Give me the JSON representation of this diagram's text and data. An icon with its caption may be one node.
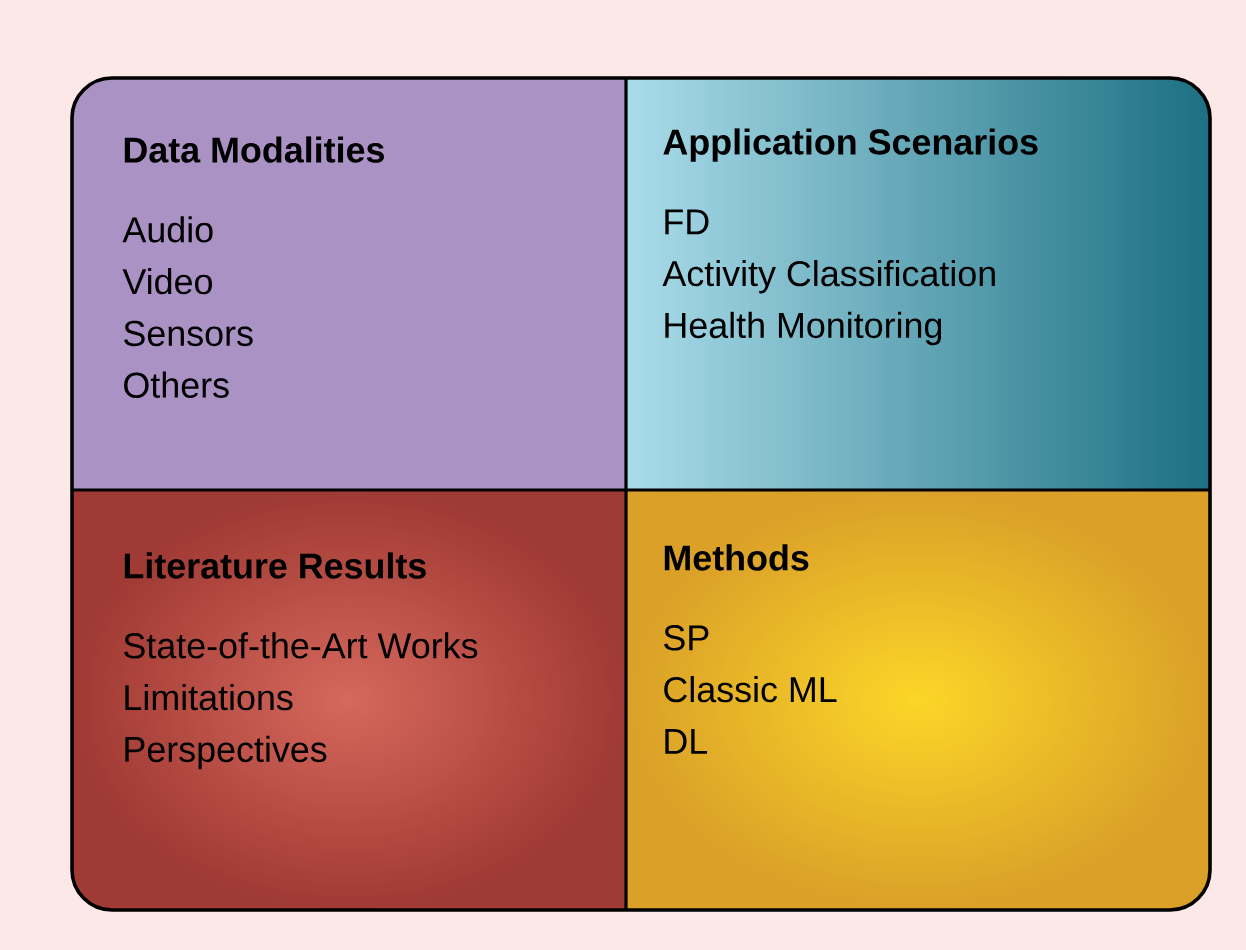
{
  "diagram": {
    "nodes": [
      {
        "text": [
          "Data Modalities",
          "Audio",
          "Video",
          "Sensors",
          "Others"
        ]
      },
      {
        "text": [
          "Application Scenarios",
          "FD",
          "Activity Classification",
          "Health Monitoring"
        ]
      },
      {
        "text": [
          "Literature Results",
          "State-of-the-Art Works",
          "Limitations",
          "Perspectives"
        ]
      },
      {
        "text": [
          "Methods",
          "SP",
          "Classic ML",
          "DL"
        ]
      }
    ]
  }
}
